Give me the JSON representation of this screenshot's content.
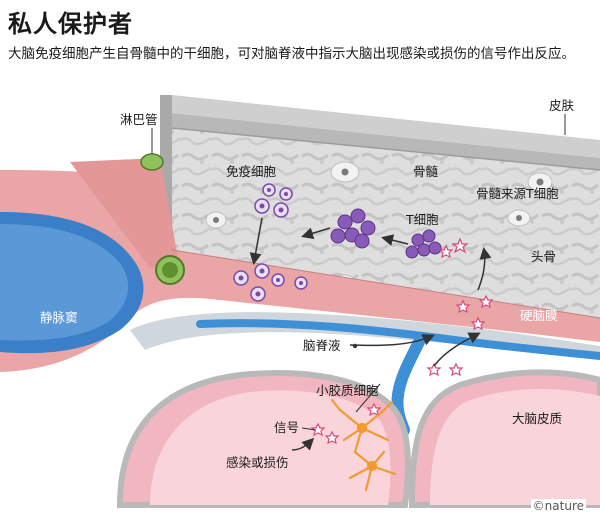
{
  "title": "私人保护者",
  "subtitle": "大脑免疫细胞产生自骨髓中的干细胞，可对脑脊液中指示大脑出现感染或损伤的信号作出反应。",
  "labels": {
    "lymphatic": "淋巴管",
    "skin": "皮肤",
    "immune_cells": "免疫细胞",
    "marrow": "骨髓",
    "marrow_t": "骨髓来源T细胞",
    "t_cell": "T细胞",
    "skull": "头骨",
    "dura": "硬脑膜",
    "sinus": "静脉窦",
    "csf": "脑脊液",
    "microglia": "小胶质细胞",
    "cortex": "大脑皮质",
    "signal": "信号",
    "infection": "感染或损伤"
  },
  "credit": "©nature",
  "colors": {
    "dura": "#e9a4a4",
    "bone": "#d8d8d8",
    "csf": "#3d8fd6",
    "sinus": "#3a7fc8",
    "cortex": "#f7c8cf",
    "microglia": "#f29a2e",
    "t_cell": "#7a4aa8",
    "lymph": "#8fc25a"
  }
}
